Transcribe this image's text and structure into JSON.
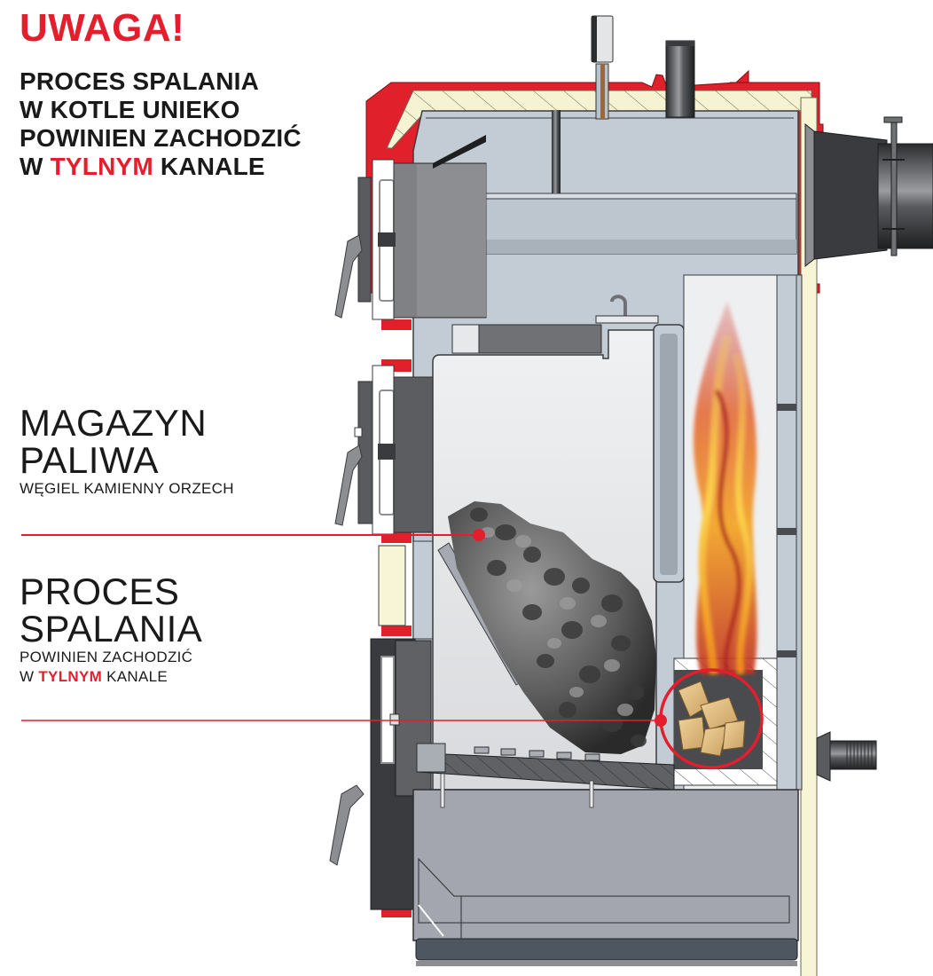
{
  "header": {
    "warning": "UWAGA!",
    "lines": [
      {
        "text": "PROCES SPALANIA"
      },
      {
        "text": "W KOTLE UNIEKO"
      },
      {
        "text": "POWINIEN ZACHODZIĆ"
      },
      {
        "pre": "W ",
        "highlight": "TYLNYM",
        "post": " KANALE"
      }
    ]
  },
  "labels": {
    "fuel_store": {
      "title_line1": "MAGAZYN",
      "title_line2": "PALIWA",
      "subtitle": "WĘGIEL KAMIENNY ORZECH"
    },
    "combustion": {
      "title_line1": "PROCES",
      "title_line2": "SPALANIA",
      "subtitle_line1": "POWINIEN ZACHODZIĆ",
      "subtitle_pre": "W ",
      "subtitle_highlight": "TYLNYM",
      "subtitle_post": " KANALE"
    }
  },
  "colors": {
    "accent_red": "#e31e2d",
    "text_dark": "#1a1a1a",
    "boiler_jacket_red": "#e0202a",
    "insulation_cream": "#f6f3d2",
    "water_jacket_blue_gray": "#c3ccd5",
    "steel_gray": "#8c8e92",
    "dark_gray": "#3a3b3e",
    "ash_pan_gray": "#a3a6ae"
  }
}
